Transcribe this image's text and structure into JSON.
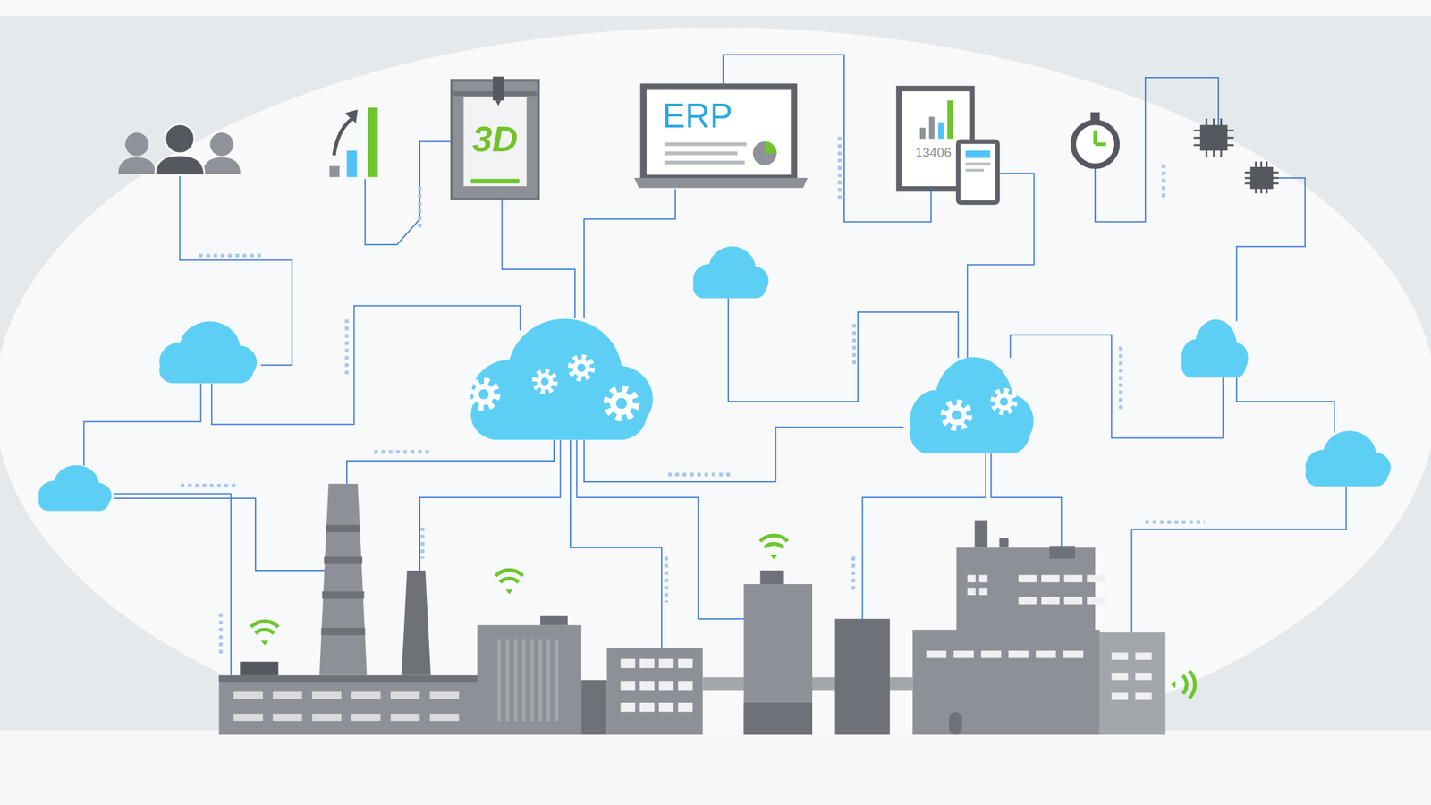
{
  "diagram": {
    "nodes": [
      {
        "text": [
          "3D"
        ]
      },
      {
        "text": [
          "ERP"
        ]
      },
      {
        "text": [
          "13406"
        ]
      }
    ],
    "edges": [
      {
        "from": 1,
        "to": 2,
        "arrow": "none"
      }
    ]
  }
}
